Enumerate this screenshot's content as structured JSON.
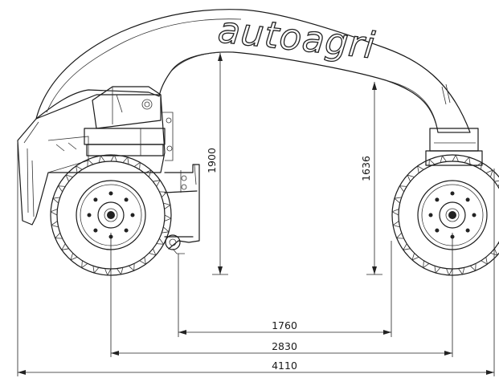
{
  "drawing": {
    "brand_text": "autoagri",
    "dimensions": {
      "height_front": "1900",
      "height_rear": "1636",
      "hitch_to_rear_wheel": "1760",
      "wheelbase": "2830",
      "overall_length": "4110"
    }
  }
}
